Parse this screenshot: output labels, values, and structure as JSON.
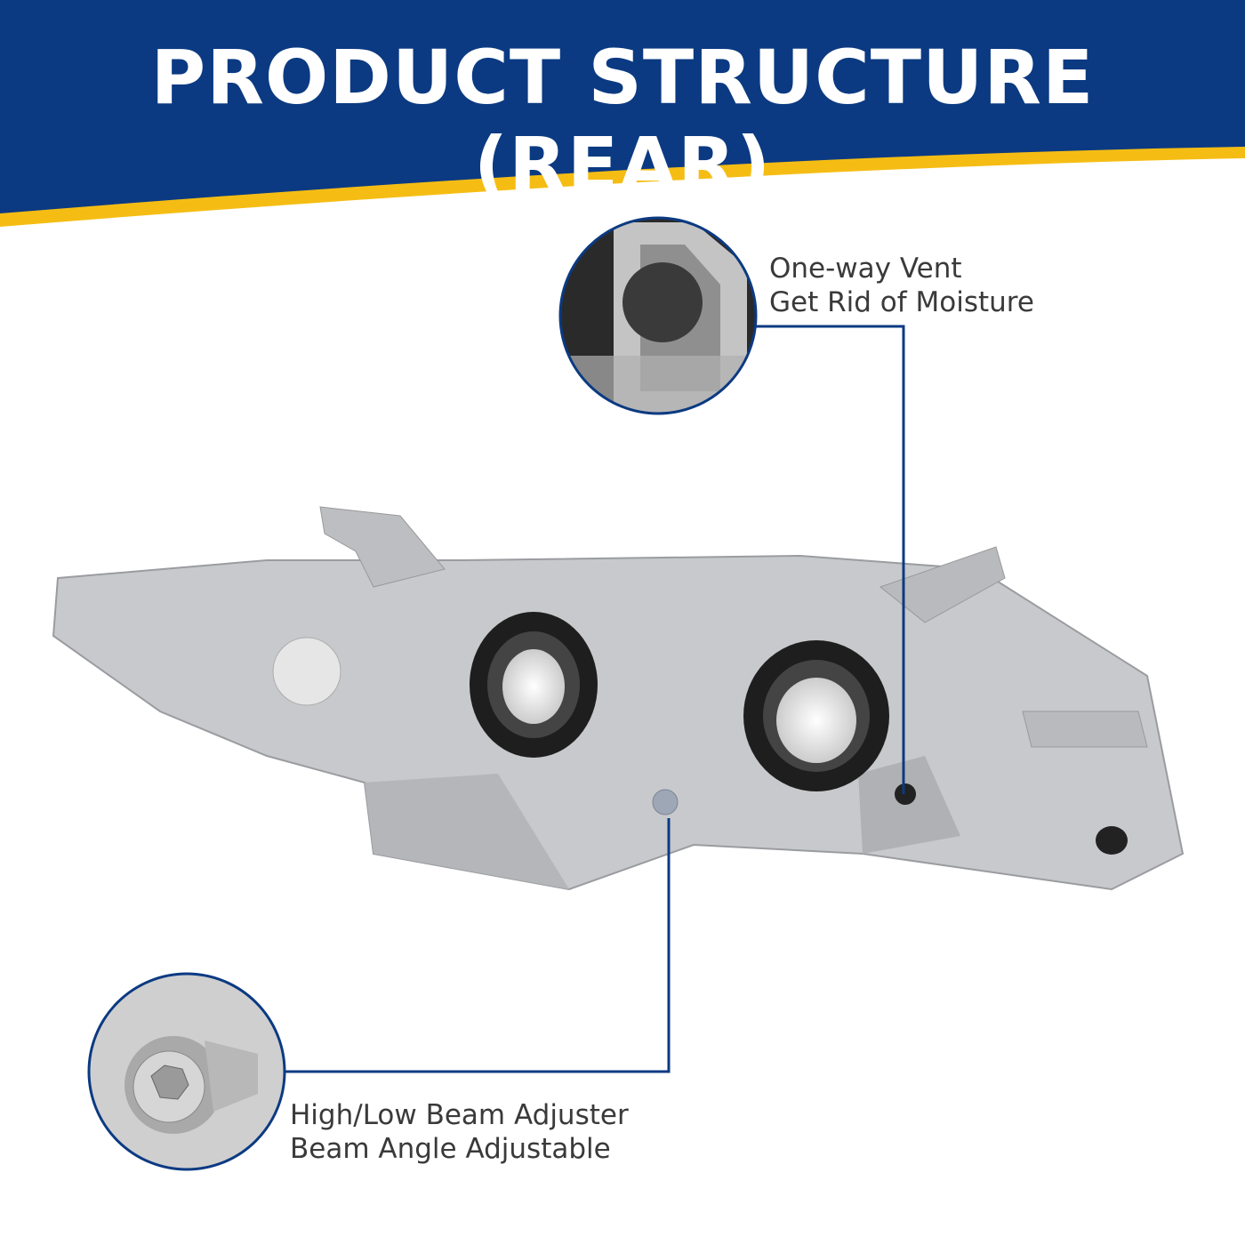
{
  "header": {
    "title": "PRODUCT STRUCTURE (REAR)"
  },
  "callouts": [
    {
      "line1": "One-way Vent",
      "line2": "Get Rid of Moisture"
    },
    {
      "line1": "High/Low Beam Adjuster",
      "line2": "Beam Angle Adjustable"
    }
  ],
  "colors": {
    "brand_blue": "#0b3a82",
    "accent_yellow": "#f5bd14",
    "text": "#3a3a3a"
  }
}
